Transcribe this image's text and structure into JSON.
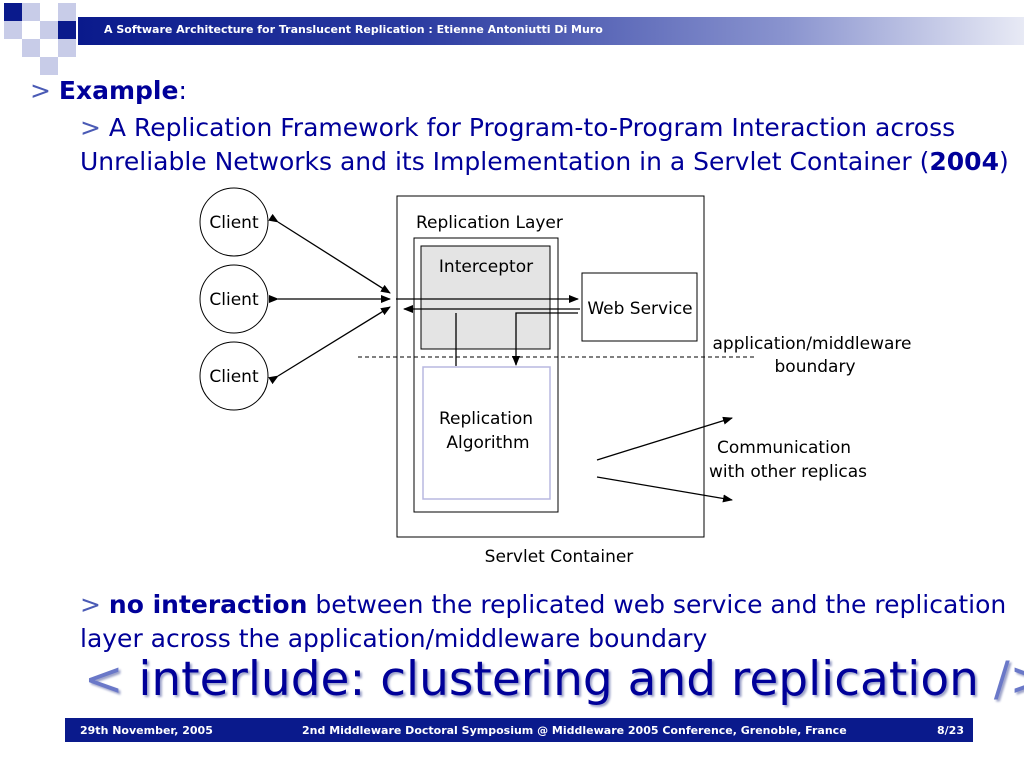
{
  "header": {
    "title": "A Software Architecture for Translucent Replication  :  Etienne Antoniutti Di Muro"
  },
  "slide": {
    "bullet_marker": ">",
    "example_label": "Example",
    "example_colon": ":",
    "subtitle_marker": "> ",
    "subtitle_text": "A Replication Framework for Program-to-Program Interaction across Unreliable Networks and its Implementation in a Servlet Container (",
    "subtitle_year": "2004",
    "subtitle_close": ")",
    "note_marker": "> ",
    "note_bold": "no interaction",
    "note_rest": " between the replicated web service and the replication layer across the application/middleware boundary",
    "interlude_open": "< ",
    "interlude_text": "interlude: clustering and replication",
    "interlude_close": " />"
  },
  "diagram": {
    "clients": [
      "Client",
      "Client",
      "Client"
    ],
    "replication_layer": "Replication Layer",
    "interceptor": "Interceptor",
    "web_service": "Web Service",
    "replication_algorithm_line1": "Replication",
    "replication_algorithm_line2": "Algorithm",
    "boundary_line1": "application/middleware",
    "boundary_line2": "boundary",
    "communication_line1": "Communication",
    "communication_line2": "with other replicas",
    "servlet_container": "Servlet Container"
  },
  "footer": {
    "date": "29th November, 2005",
    "event": "2nd Middleware Doctoral Symposium @ Middleware 2005 Conference, Grenoble, France",
    "page": "8/23"
  },
  "colors": {
    "title_blue": "#000099",
    "bar_blue": "#0a1a8c",
    "interceptor_fill": "#e4e4e4",
    "algorithm_border": "#b8b8e0"
  }
}
